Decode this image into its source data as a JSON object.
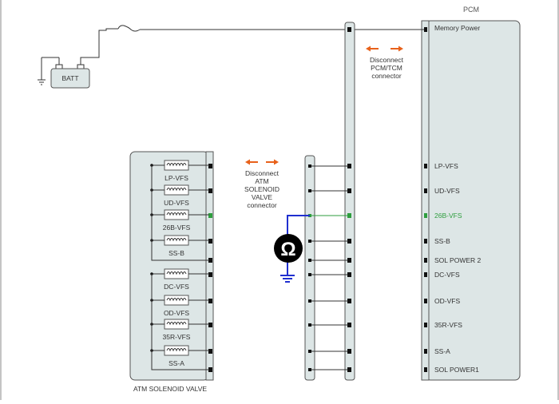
{
  "pcm": {
    "title": "PCM",
    "memory_power": "Memory Power",
    "pins": [
      "LP-VFS",
      "UD-VFS",
      "26B-VFS",
      "SS-B",
      "SOL  POWER 2",
      "DC-VFS",
      "OD-VFS",
      "35R-VFS",
      "SS-A",
      "SOL   POWER1"
    ],
    "highlighted_pin": "26B-VFS"
  },
  "battery": {
    "label": "BATT"
  },
  "disconnect_pcm": {
    "line1": "Disconnect",
    "line2": "PCM/TCM",
    "line3": "connector"
  },
  "disconnect_atm": {
    "line1": "Disconnect",
    "line2": "ATM",
    "line3": "SOLENOID",
    "line4": "VALVE",
    "line5": "connector"
  },
  "solenoid_valve": {
    "title": "ATM SOLENOID VALVE",
    "coils": [
      "LP-VFS",
      "UD-VFS",
      "26B-VFS",
      "SS-B",
      "DC-VFS",
      "OD-VFS",
      "35R-VFS",
      "SS-A"
    ]
  },
  "ohmmeter": {
    "symbol": "Ω"
  },
  "colors": {
    "highlight": "#2e9e3e",
    "probe_wire": "#1f2fd0",
    "arrow": "#e8611a",
    "connector_fill": "#dde6e6",
    "connector_stroke": "#555555"
  }
}
